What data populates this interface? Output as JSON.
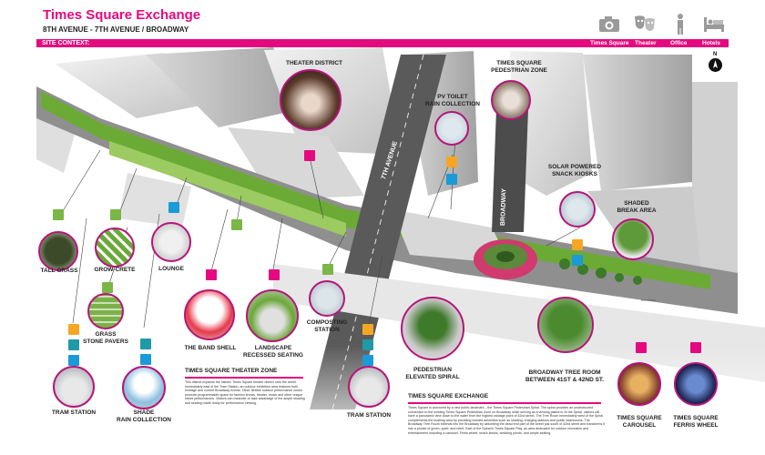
{
  "header": {
    "title": "Times Square Exchange",
    "subtitle": "8TH AVENUE - 7TH AVENUE / BROADWAY",
    "site_context_label": "SITE CONTEXT:",
    "nav": [
      "Times Square",
      "Theater",
      "Office",
      "Hotels"
    ],
    "icons": [
      "camera-icon",
      "theater-masks-icon",
      "person-icon",
      "hotel-bed-icon"
    ],
    "north": "N"
  },
  "colors": {
    "accent": "#e5097f",
    "grass": "#7ab648",
    "water": "#1a9ad6",
    "solar": "#f5a623"
  },
  "callouts": {
    "theater_district": "THEATER DISTRICT",
    "pedestrian_zone": "TIMES SQUARE\nPEDESTRIAN ZONE",
    "pv_toilet": "PV TOILET\nRAIN COLLECTION",
    "solar_kiosks": "SOLAR POWERED\nSNACK KIOSKS",
    "shaded_break": "SHADED\nBREAK AREA",
    "tall_grass": "TALL GRASS",
    "grow_crete": "GROW-CRETE",
    "lounge": "LOUNGE",
    "grass_pavers": "GRASS\nSTONE PAVERS",
    "band_shell": "THE BAND SHELL",
    "recessed_seating": "LANDSCAPE\nRECESSED SEATING",
    "composting": "COMPOSTING\nSTATION",
    "shade_rain": "SHADE\nRAIN COLLECTION",
    "tram_station_1": "TRAM STATION",
    "tram_station_2": "TRAM STATION",
    "elevated_spiral": "PEDESTRIAN\nELEVATED SPIRAL",
    "tree_room": "BROADWAY TREE ROOM\nBETWEEN 41ST & 42ND ST.",
    "carousel": "TIMES SQUARE\nCAROUSEL",
    "ferris_wheel": "TIMES SQUARE\nFERRIS WHEEL"
  },
  "streets": {
    "seventh_avenue": "7TH AVENUE",
    "broadway": "BROADWAY"
  },
  "zones": {
    "theater_zone": {
      "title": "TIMES SQUARE THEATER ZONE",
      "body": "This district expands the historic Times Square theater district onto the street. Immediately east of the Tram Station, an outdoor exhibition area features both heritage and current Broadway events. Other flexible outdoor performance zones promote programmable space for fashion shows, theater, music and other unique street performances. Visitors can meander or take advantage of the ample shading and seating made ready for performance viewing."
    },
    "exchange": {
      "title": "TIMES SQUARE EXCHANGE",
      "body": "Times Square is anchored by a new public landmark – the Times Square Pedestrian Spiral. The spiral provides an unobstructed connection to the existing Times Square Pedestrian Zone on Broadway while serving as a viewing platform. At the Spiral, visitors will have a panoramic view down to the water from the highest vantage point of 42nd street. The Tree Room immediately west of the Spiral complements the bustling area by providing needed amenities such as shading, charging stations and public washrooms. The Broadway Tree Room extends into the Broadway by absorbing the dead end part of the street just south of 42nd street and transforms it into a pocket of green, quiet, and relief. East of the Spiral is Times Square Play, an area dedicated for outdoor recreation and entertainment including a carousel, Ferris wheel, snack kiosks, wedding ponds, and ample seating."
    }
  }
}
